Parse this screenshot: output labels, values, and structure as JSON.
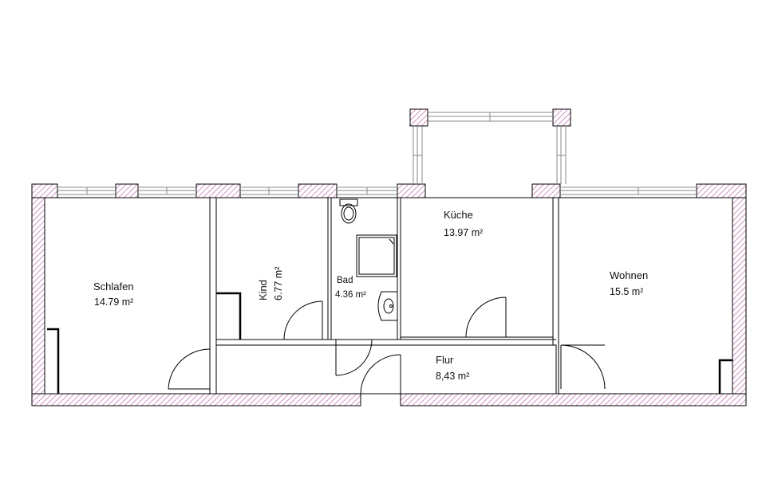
{
  "colors": {
    "wall_fill": "#ffffff",
    "wall_hatch": "#b1529e",
    "outline": "#000000",
    "window": "#8a8a8a",
    "text": "#111111"
  },
  "rooms": [
    {
      "id": "schlafen",
      "name": "Schlafen",
      "area": "14.79 m²"
    },
    {
      "id": "kind",
      "name": "Kind",
      "area": "6.77 m²"
    },
    {
      "id": "bad",
      "name": "Bad",
      "area": "4.36 m²"
    },
    {
      "id": "kueche",
      "name": "Küche",
      "area": "13.97 m²"
    },
    {
      "id": "wohnen",
      "name": "Wohnen",
      "area": "15.5 m²"
    },
    {
      "id": "flur",
      "name": "Flur",
      "area": "8,43 m²"
    }
  ]
}
